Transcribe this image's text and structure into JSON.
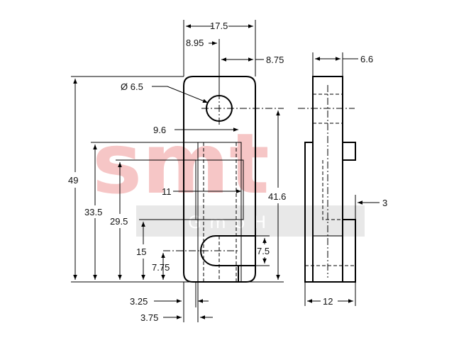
{
  "watermark": {
    "brand": "smt",
    "sub": "G m b H",
    "brand_color": "#f4b3b3",
    "band_color": "#e4e4e4"
  },
  "dimensions": {
    "w_17_5": "17.5",
    "w_8_95": "8.95",
    "w_8_75": "8.75",
    "hole_dia": "Ø 6.5",
    "w_9_6": "9.6",
    "w_11": "11",
    "h_49": "49",
    "h_33_5": "33.5",
    "h_29_5": "29.5",
    "h_41_6": "41.6",
    "h_15": "15",
    "h_7_75": "7.75",
    "h_7_5": "7.5",
    "w_3_25": "3.25",
    "w_3_75": "3.75",
    "side_6_6": "6.6",
    "side_3": "3",
    "side_12": "12"
  }
}
